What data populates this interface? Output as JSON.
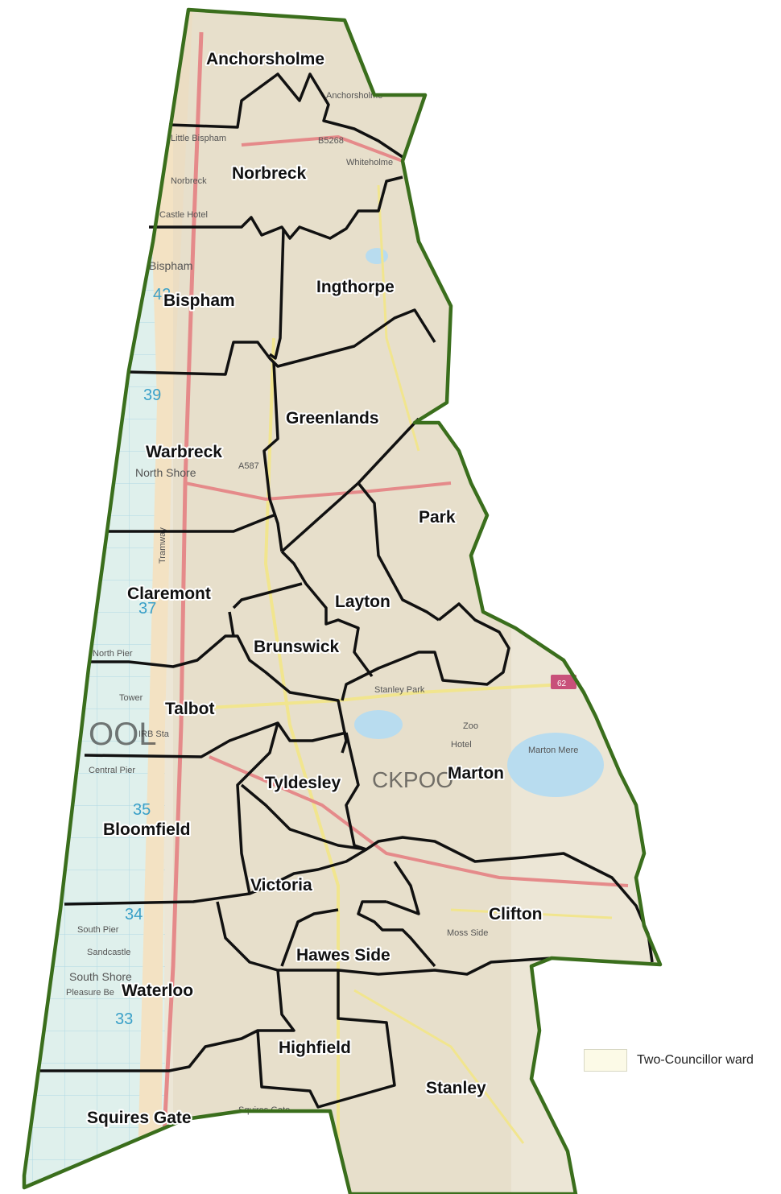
{
  "colors": {
    "boundary_outer": "#3a6e1c",
    "boundary_inner": "#111111",
    "sea": "#dff0ec",
    "beach": "#f3e2c3",
    "land": "#ece6d6",
    "urban": "#e6dcc6",
    "road_major": "#e58a8a",
    "road_minor": "#f1e58e",
    "water": "#b8dcef",
    "grid": "#9ccfe0"
  },
  "wards": [
    {
      "name": "Anchorsholme"
    },
    {
      "name": "Norbreck"
    },
    {
      "name": "Ingthorpe"
    },
    {
      "name": "Bispham"
    },
    {
      "name": "Greenlands"
    },
    {
      "name": "Warbreck"
    },
    {
      "name": "Park"
    },
    {
      "name": "Claremont"
    },
    {
      "name": "Layton"
    },
    {
      "name": "Brunswick"
    },
    {
      "name": "Talbot"
    },
    {
      "name": "Marton"
    },
    {
      "name": "Tyldesley"
    },
    {
      "name": "Bloomfield"
    },
    {
      "name": "Victoria"
    },
    {
      "name": "Clifton"
    },
    {
      "name": "Hawes Side"
    },
    {
      "name": "Waterloo"
    },
    {
      "name": "Highfield"
    },
    {
      "name": "Stanley"
    },
    {
      "name": "Squires Gate"
    }
  ],
  "basemap_labels": {
    "anchorsholme": "Anchorsholme",
    "little_bispham": "Little Bispham",
    "norbreck": "Norbreck",
    "castle_hotel": "Castle Hotel",
    "bispham": "Bispham",
    "north_shore": "North Shore",
    "north_pier": "North Pier",
    "tower": "Tower",
    "central_pier": "Central Pier",
    "south_pier": "South Pier",
    "sandcastle": "Sandcastle",
    "south_shore": "South Shore",
    "pleasure_beach": "Pleasure Be",
    "squires_gate": "Squires Gate",
    "marton_mere": "Marton Mere",
    "stanley_park": "Stanley Park",
    "zoo": "Zoo",
    "hotel": "Hotel",
    "tramway": "Tramway",
    "town_fragment": "OOL",
    "town_fragment_2": "CKPOO",
    "irb_sta": "IRB Sta",
    "moss_side": "Moss Side",
    "whiteholme": "Whiteholme",
    "b5268": "B5268",
    "a587": "A587",
    "road_62": "62",
    "grid_42": "42",
    "grid_39": "39",
    "grid_37": "37",
    "grid_35": "35",
    "grid_34": "34",
    "grid_33": "33"
  },
  "legend": {
    "label": "Two-Councillor ward",
    "color": "#fcfae7"
  }
}
